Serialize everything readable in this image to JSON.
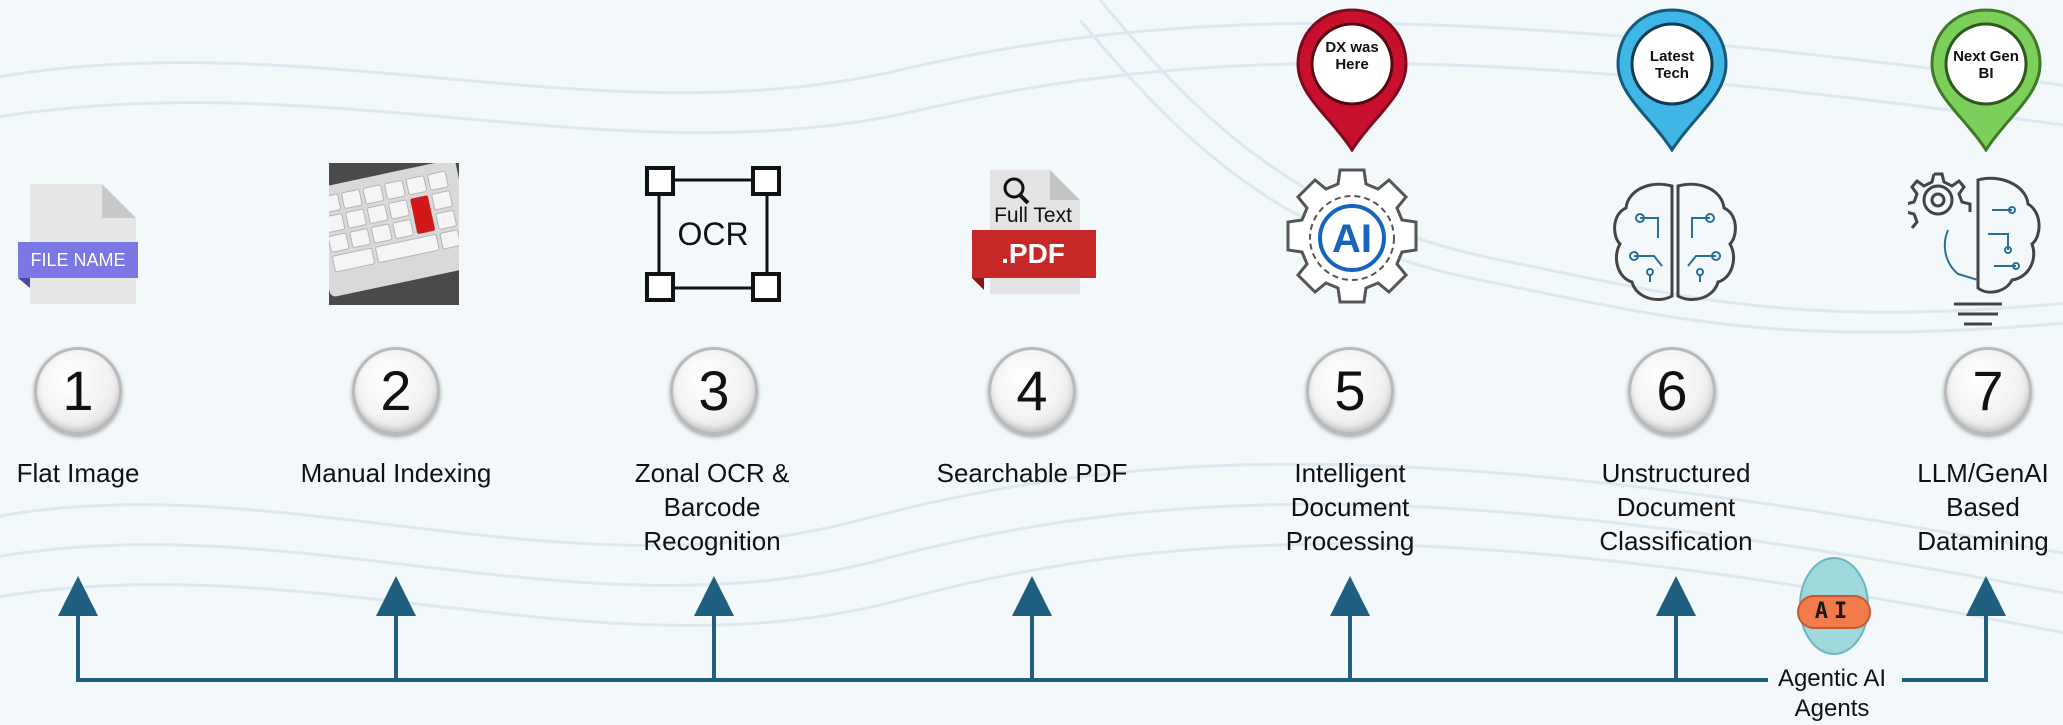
{
  "steps": [
    {
      "number": "1",
      "label": "Flat Image"
    },
    {
      "number": "2",
      "label": "Manual Indexing"
    },
    {
      "number": "3",
      "label": "Zonal OCR & Barcode Recognition"
    },
    {
      "number": "4",
      "label": "Searchable PDF"
    },
    {
      "number": "5",
      "label": "Intelligent Document Processing"
    },
    {
      "number": "6",
      "label": "Unstructured Document Classification"
    },
    {
      "number": "7",
      "label": "LLM/GenAI Based Datamining"
    }
  ],
  "icons": {
    "file_name_tag": "FILE NAME",
    "ocr_box": "OCR",
    "full_text": "Full Text",
    "pdf_banner": ".PDF",
    "ai_gear": "AI",
    "agent_badge": "AI"
  },
  "pins": [
    {
      "text": "DX was Here",
      "color": "#c8102e"
    },
    {
      "text": "Latest Tech",
      "color": "#3fb6e6"
    },
    {
      "text": "Next Gen BI",
      "color": "#7ccf5a"
    }
  ],
  "agentic": {
    "label": "Agentic AI Agents"
  },
  "colors": {
    "timeline": "#1f5f80",
    "pdf_red": "#c62828",
    "ai_blue": "#1565c0",
    "tag_purple": "#7b78e6"
  }
}
